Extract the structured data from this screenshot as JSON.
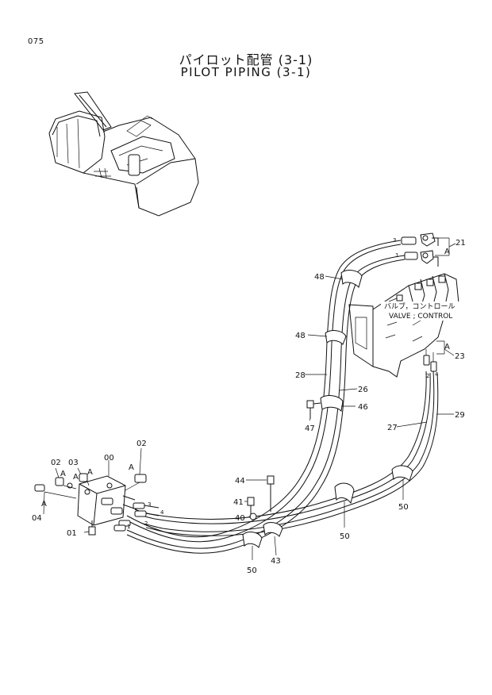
{
  "page_number": "075",
  "title_jp": "パイロット配管 (3-1)",
  "title_en": "PILOT PIPING (3-1)",
  "valve_label_jp": "バルブ，コントロール",
  "valve_label_en": "VALVE ; CONTROL",
  "callouts": {
    "p21": "21",
    "p23": "23",
    "p48a": "48",
    "p48b": "48",
    "p28": "28",
    "p26": "26",
    "p46": "46",
    "p47": "47",
    "p27": "27",
    "p29": "29",
    "p02a": "02",
    "p02b": "02",
    "p03": "03",
    "p00": "00",
    "p04": "04",
    "p01": "01",
    "p44": "44",
    "p41": "41",
    "p40": "40",
    "p50a": "50",
    "p50b": "50",
    "p50c": "50",
    "p43": "43"
  },
  "port_marks": {
    "a1": "A",
    "a2": "A",
    "a3": "A",
    "a4": "A",
    "a5": "A",
    "a6": "A",
    "a7": "A",
    "n3": "3",
    "n1": "1",
    "n2": "2",
    "n4": "4",
    "m1": "1",
    "m2": "2",
    "m3": "3",
    "m4": "4"
  }
}
